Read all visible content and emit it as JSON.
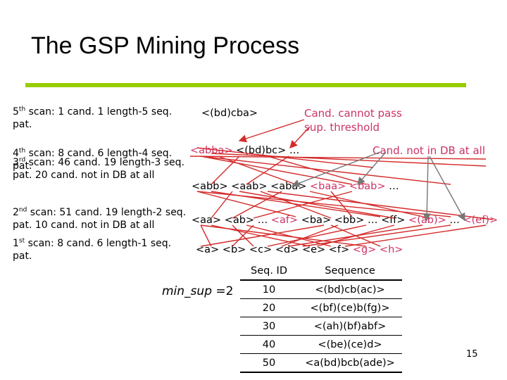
{
  "slide": {
    "title": "The GSP Mining Process",
    "page_number": "15",
    "accent_color": "#99cc00",
    "note_color": "#cc3366",
    "arrow_color_red": "#d42a2a",
    "arrow_color_gray": "#777777"
  },
  "scans": [
    {
      "ord": "5",
      "sup": "th",
      "text": " scan: 1 cand. 1 length-5 seq. pat."
    },
    {
      "ord": "4",
      "sup": "th",
      "text": " scan: 8 cand. 6 length-4 seq. pat."
    },
    {
      "ord": "3",
      "sup": "rd",
      "text": " scan: 46 cand. 19 length-3 seq. pat. 20 cand. not in DB at all"
    },
    {
      "ord": "2",
      "sup": "nd",
      "text": " scan: 51 cand. 19 length-2 seq. pat. 10 cand. not in DB at all"
    },
    {
      "ord": "1",
      "sup": "st",
      "text": " scan: 8 cand. 6 length-1 seq. pat."
    }
  ],
  "levels": {
    "l5": [
      {
        "t": "<(bd)cba>",
        "pink": false
      }
    ],
    "l4": [
      {
        "t": "<abba>",
        "pink": true
      },
      {
        "t": "<(bd)bc>",
        "pink": false
      },
      {
        "t": "…",
        "pink": false
      }
    ],
    "l3": [
      {
        "t": "<abb>",
        "pink": false
      },
      {
        "t": "<aab>",
        "pink": false
      },
      {
        "t": "<aba>",
        "pink": false
      },
      {
        "t": "<baa>",
        "pink": true
      },
      {
        "t": "<bab>",
        "pink": true
      },
      {
        "t": "…",
        "pink": false
      }
    ],
    "l2": [
      {
        "t": "<aa>",
        "pink": false
      },
      {
        "t": "<ab>",
        "pink": false
      },
      {
        "t": "…",
        "pink": false
      },
      {
        "t": "<af>",
        "pink": true
      },
      {
        "t": "<ba>",
        "pink": false
      },
      {
        "t": "<bb>",
        "pink": false
      },
      {
        "t": "…",
        "pink": false
      },
      {
        "t": "<ff>",
        "pink": false
      },
      {
        "t": "<(ab)>",
        "pink": true
      },
      {
        "t": "…",
        "pink": false
      },
      {
        "t": "<(ef)>",
        "pink": true
      }
    ],
    "l1": [
      {
        "t": "<a>",
        "pink": false
      },
      {
        "t": "<b>",
        "pink": false
      },
      {
        "t": "<c>",
        "pink": false
      },
      {
        "t": "<d>",
        "pink": false
      },
      {
        "t": "<e>",
        "pink": false
      },
      {
        "t": "<f>",
        "pink": false
      },
      {
        "t": "<g>",
        "pink": true
      },
      {
        "t": "<h>",
        "pink": true
      }
    ]
  },
  "notes": {
    "cannot_pass": "Cand. cannot pass sup. threshold",
    "not_in_db": "Cand. not in DB at all"
  },
  "min_sup": {
    "label": "min_sup",
    "value": "=2"
  },
  "database": {
    "headers": [
      "Seq. ID",
      "Sequence"
    ],
    "rows": [
      [
        "10",
        "<(bd)cb(ac)>"
      ],
      [
        "20",
        "<(bf)(ce)b(fg)>"
      ],
      [
        "30",
        "<(ah)(bf)abf>"
      ],
      [
        "40",
        "<(be)(ce)d>"
      ],
      [
        "50",
        "<a(bd)bcb(ade)>"
      ]
    ]
  }
}
